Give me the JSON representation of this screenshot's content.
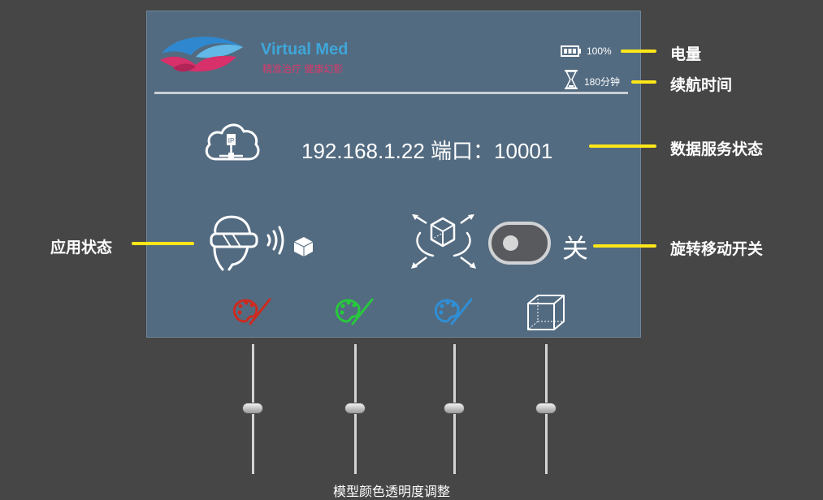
{
  "header": {
    "brand": "Virtual Med",
    "slogan": "精准治疗 健康幻影",
    "battery": "100%",
    "endurance": "180分钟"
  },
  "server": {
    "status_text": "192.168.1.22 端口：10001",
    "ip_badge": "IP"
  },
  "rotate_toggle": {
    "label": "关",
    "on": false
  },
  "color_controls": {
    "palettes": [
      {
        "name": "red",
        "color": "#cc2a1f"
      },
      {
        "name": "green",
        "color": "#27c93d"
      },
      {
        "name": "blue",
        "color": "#2f8fd6"
      }
    ],
    "sliders": [
      0.5,
      0.5,
      0.5,
      0.5
    ],
    "caption": "模型颜色透明度调整"
  },
  "annotations": {
    "battery": "电量",
    "endurance": "续航时间",
    "data_service": "数据服务状态",
    "app_status": "应用状态",
    "rotate_switch": "旋转移动开关"
  },
  "colors": {
    "panel": "#536b81",
    "background": "#464646",
    "annotation_line": "#ffe619"
  }
}
